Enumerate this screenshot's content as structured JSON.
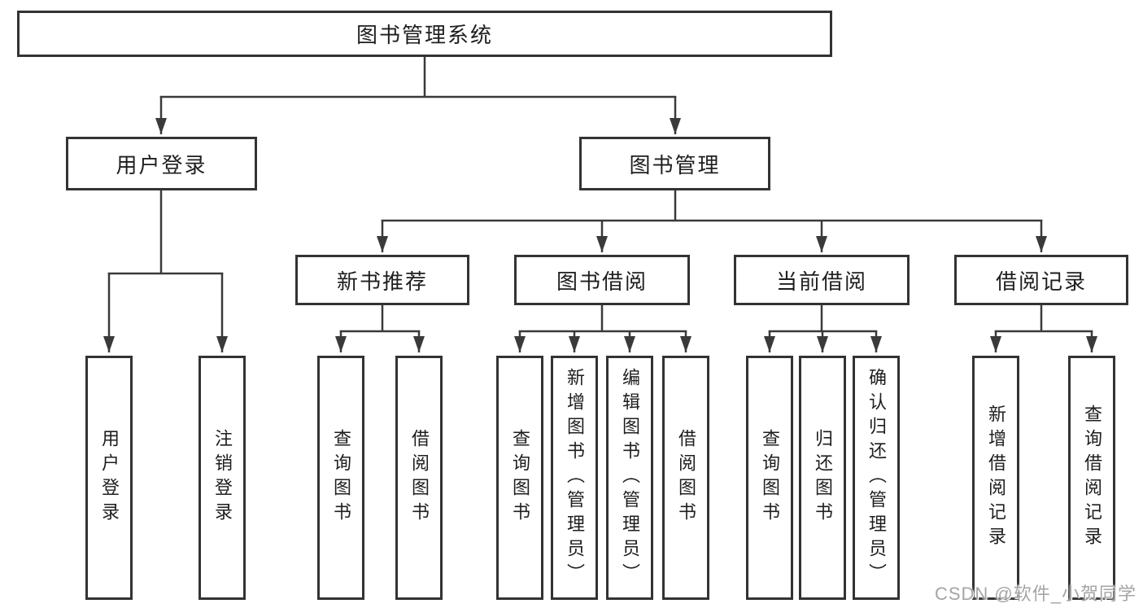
{
  "nodes": {
    "root": {
      "label": "图书管理系统"
    },
    "user_login": {
      "label": "用户登录"
    },
    "book_mgmt": {
      "label": "图书管理"
    },
    "new_book_rec": {
      "label": "新书推荐"
    },
    "book_borrow": {
      "label": "图书借阅"
    },
    "current_borrow": {
      "label": "当前借阅"
    },
    "borrow_record": {
      "label": "借阅记录"
    },
    "leaf_user_login": {
      "label": "用户登录"
    },
    "leaf_logout": {
      "label": "注销登录"
    },
    "leaf_query_book_rec": {
      "label": "查询图书"
    },
    "leaf_borrow_book_rec": {
      "label": "借阅图书"
    },
    "leaf_query_book_borrow": {
      "label": "查询图书"
    },
    "leaf_add_book": {
      "label": "新增图书（管理员）"
    },
    "leaf_edit_book": {
      "label": "编辑图书（管理员）"
    },
    "leaf_borrow_book_borrow": {
      "label": "借阅图书"
    },
    "leaf_query_book_current": {
      "label": "查询图书"
    },
    "leaf_return_book": {
      "label": "归还图书"
    },
    "leaf_confirm_return": {
      "label": "确认归还（管理员）"
    },
    "leaf_add_borrow_record": {
      "label": "新增借阅记录"
    },
    "leaf_query_borrow_record": {
      "label": "查询借阅记录"
    }
  },
  "hierarchy": {
    "图书管理系统": {
      "用户登录": [
        "用户登录",
        "注销登录"
      ],
      "图书管理": {
        "新书推荐": [
          "查询图书",
          "借阅图书"
        ],
        "图书借阅": [
          "查询图书",
          "新增图书（管理员）",
          "编辑图书（管理员）",
          "借阅图书"
        ],
        "当前借阅": [
          "查询图书",
          "归还图书",
          "确认归还（管理员）"
        ],
        "借阅记录": [
          "新增借阅记录",
          "查询借阅记录"
        ]
      }
    }
  },
  "watermark": {
    "text": "CSDN @软件_小贺同学"
  },
  "colors": {
    "line": "#3a3a3a",
    "border": "#333333",
    "text": "#1e1e1e",
    "watermark": "#a5a5a5",
    "background": "#ffffff"
  }
}
